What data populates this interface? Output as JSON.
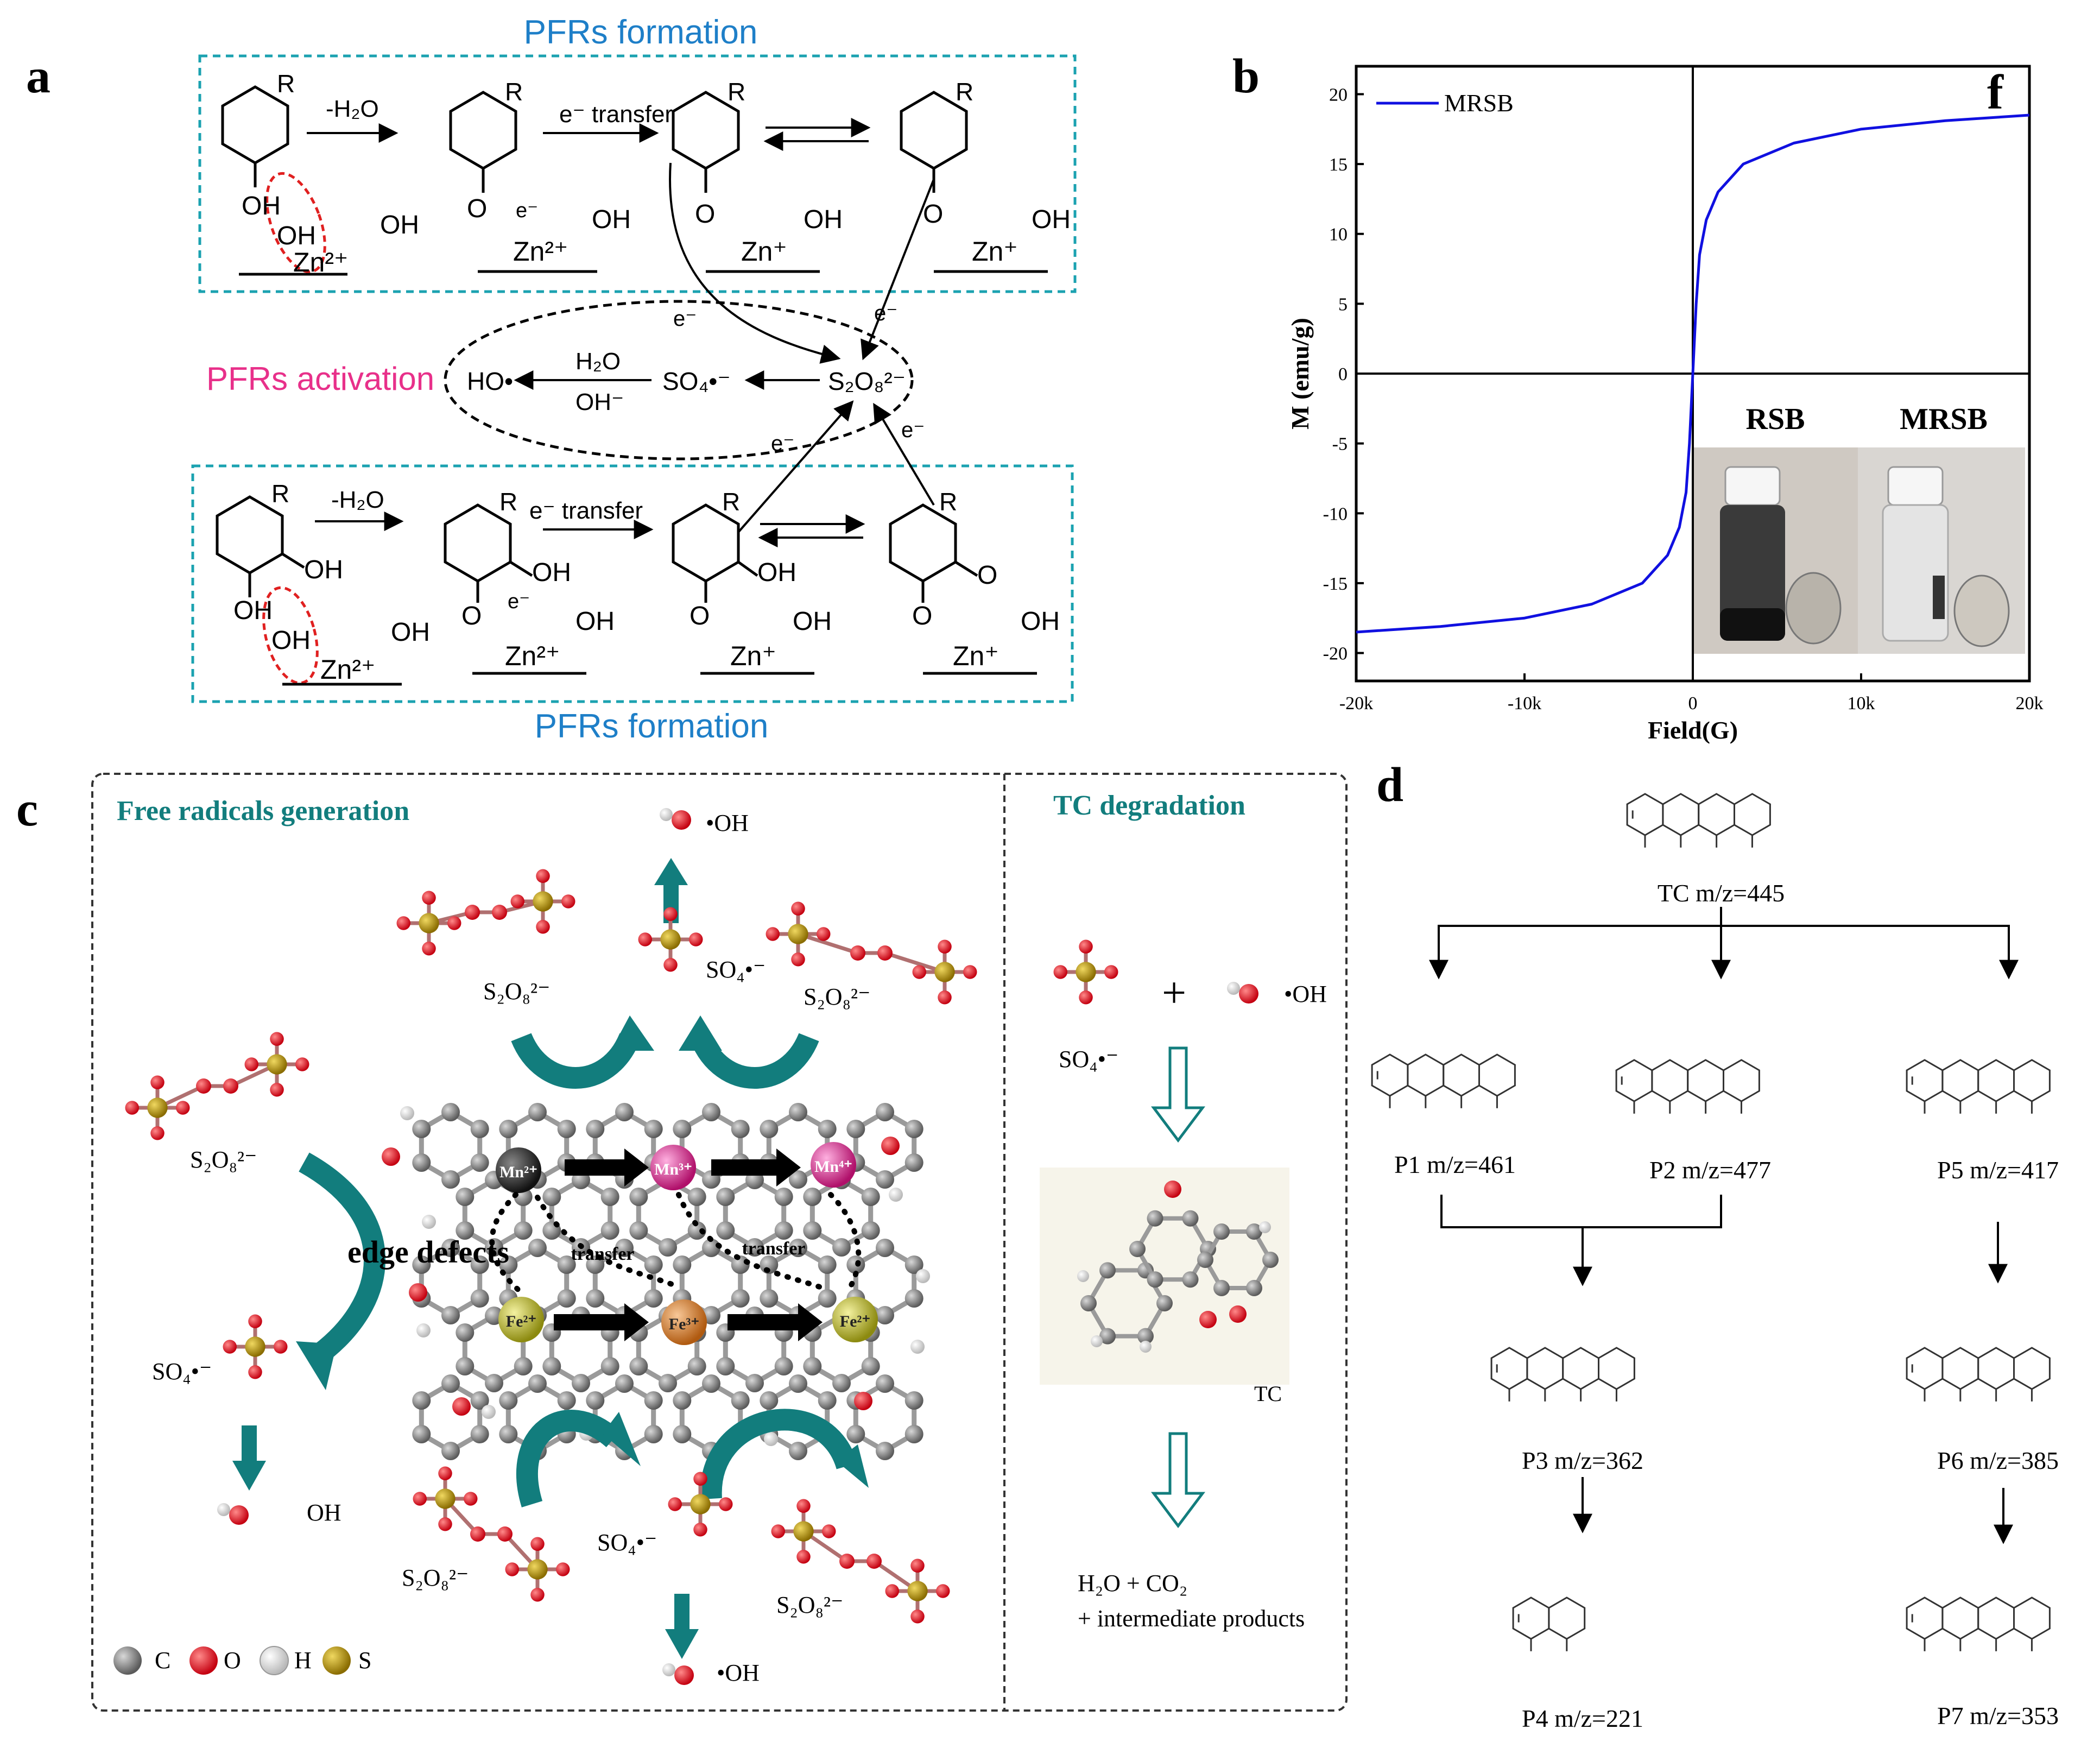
{
  "panels": {
    "a": {
      "letter": "a",
      "top_title": "PFRs formation",
      "bottom_title": "PFRs formation",
      "activation_label": "PFRs activation",
      "step_dehydration": "-H₂O",
      "step_transfer": "e⁻ transfer",
      "electron": "e⁻",
      "zn2": "Zn²⁺",
      "zn1": "Zn⁺",
      "oh": "OH",
      "r": "R",
      "o": "O",
      "persulfate": "S₂O₈²⁻",
      "sulfate_radical": "SO₄•⁻",
      "hydroxyl_radical": "HO•",
      "h2o": "H₂O",
      "ohminus": "OH⁻"
    },
    "b": {
      "letter": "b",
      "corner_label": "f",
      "photo_labels": [
        "RSB",
        "MRSB"
      ]
    },
    "c": {
      "letter": "c",
      "left_title": "Free radicals generation",
      "right_title": "TC degradation",
      "edge_defects": "edge defects",
      "transfer": "transfer",
      "persulfate": "S₂O₈²⁻",
      "sulfate_radical": "SO₄•⁻",
      "hydroxyl": "•OH",
      "oh_plain": "OH",
      "tc": "TC",
      "products_line1": "H₂O + CO₂",
      "products_line2": "+ intermediate products",
      "plus": "+",
      "metals": [
        "Mn²⁺",
        "Mn³⁺",
        "Mn⁴⁺",
        "Fe²⁺",
        "Fe³⁺",
        "Fe²⁺"
      ],
      "legend": [
        {
          "label": "C",
          "color": "#7a7a7a"
        },
        {
          "label": "O",
          "color": "#e0101a"
        },
        {
          "label": "H",
          "color": "#e8e8e8"
        },
        {
          "label": "S",
          "color": "#b8960a"
        }
      ],
      "colors": {
        "arrow": "#127d7d",
        "oxygen": "#e0101a",
        "sulfur": "#b8960a",
        "carbon": "#808080",
        "mn": "#d02080",
        "fe": "#b8b020"
      }
    },
    "d": {
      "letter": "d",
      "compounds": [
        {
          "id": "TC",
          "label": "TC m/z=445"
        },
        {
          "id": "P1",
          "label": "P1 m/z=461"
        },
        {
          "id": "P2",
          "label": "P2 m/z=477"
        },
        {
          "id": "P5",
          "label": "P5 m/z=417"
        },
        {
          "id": "P3",
          "label": "P3 m/z=362"
        },
        {
          "id": "P6",
          "label": "P6 m/z=385"
        },
        {
          "id": "P4",
          "label": "P4 m/z=221"
        },
        {
          "id": "P7",
          "label": "P7 m/z=353"
        }
      ]
    }
  },
  "chart_data": {
    "type": "line",
    "title": "",
    "xlabel": "Field(G)",
    "ylabel": "M (emu/g)",
    "xlim": [
      -20000,
      20000
    ],
    "ylim": [
      -22,
      22
    ],
    "x_ticks": [
      "-20k",
      "-10k",
      "0",
      "10k",
      "20k"
    ],
    "y_ticks": [
      "-20",
      "-15",
      "-10",
      "-5",
      "0",
      "5",
      "10",
      "15",
      "20"
    ],
    "legend_position": "top-left",
    "grid": false,
    "series": [
      {
        "name": "MRSB",
        "color": "#1010e0",
        "x": [
          -20000,
          -15000,
          -10000,
          -6000,
          -3000,
          -1500,
          -800,
          -400,
          -200,
          0,
          200,
          400,
          800,
          1500,
          3000,
          6000,
          10000,
          15000,
          20000
        ],
        "y": [
          -18.5,
          -18.1,
          -17.5,
          -16.5,
          -15.0,
          -13.0,
          -11.0,
          -8.5,
          -5.0,
          0,
          5.0,
          8.5,
          11.0,
          13.0,
          15.0,
          16.5,
          17.5,
          18.1,
          18.5
        ]
      }
    ]
  }
}
